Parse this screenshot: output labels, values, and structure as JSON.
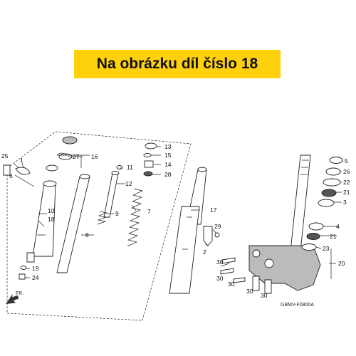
{
  "banner": {
    "text": "Na obrázku díl číslo 18",
    "color": "#ffd00c"
  },
  "diagram_code": "GBMV-F0800A",
  "direction_label": "FR.",
  "callouts": {
    "p1": "1",
    "p2": "2",
    "p3": "3",
    "p4": "4",
    "p5": "5",
    "p6": "6",
    "p7": "7",
    "p8": "8",
    "p9": "9",
    "p10": "10",
    "p11": "11",
    "p12": "12",
    "p13": "13",
    "p14": "14",
    "p15": "15",
    "p16": "16",
    "p17": "17",
    "p18": "18",
    "p19": "19",
    "p20": "20",
    "p21": "21",
    "p22": "22",
    "p23": "23",
    "p24": "24",
    "p25": "25",
    "p26": "26",
    "p27": "27",
    "p28": "28",
    "p29": "29",
    "p30": "30"
  }
}
